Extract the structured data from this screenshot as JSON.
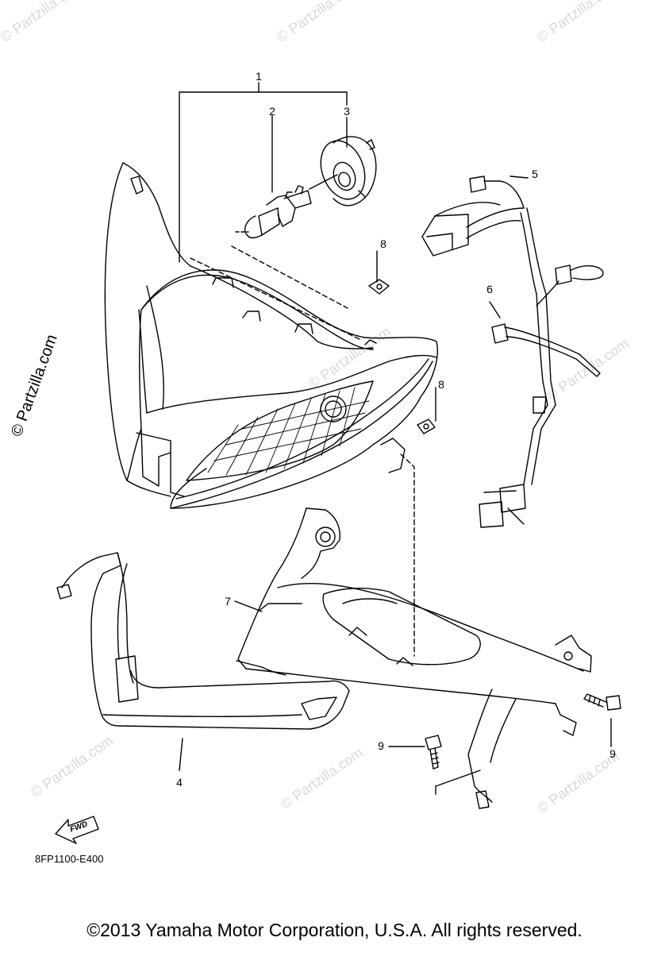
{
  "callouts": {
    "c1": "1",
    "c2": "2",
    "c3": "3",
    "c4": "4",
    "c5": "5",
    "c6": "6",
    "c7": "7",
    "c8a": "8",
    "c8b": "8",
    "c9a": "9",
    "c9b": "9"
  },
  "watermark": {
    "text": "© Partzilla.com",
    "side_text": "© Partzilla.com"
  },
  "fwd_label": "FWD",
  "diagram_code": "8FP1100-E400",
  "copyright": "©2013 Yamaha Motor Corporation, U.S.A. All rights reserved."
}
